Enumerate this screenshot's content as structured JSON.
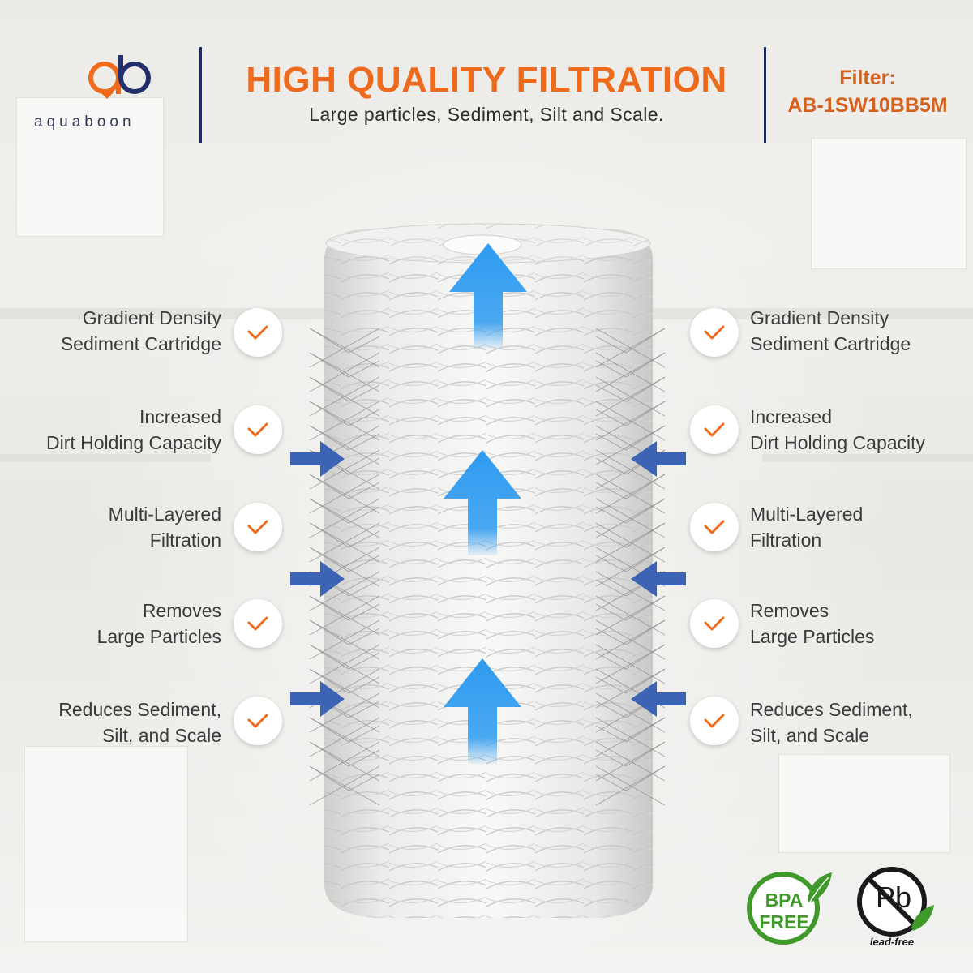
{
  "brand": {
    "name": "aquaboon",
    "mark": "ab"
  },
  "header": {
    "title": "HIGH QUALITY FILTRATION",
    "subtitle": "Large particles, Sediment, Silt and Scale.",
    "filter_label": "Filter:",
    "filter_model": "AB-1SW10BB5M"
  },
  "features_left": [
    {
      "line1": "Gradient Density",
      "line2": "Sediment Cartridge"
    },
    {
      "line1": "Increased",
      "line2": "Dirt Holding Capacity"
    },
    {
      "line1": "Multi-Layered",
      "line2": "Filtration"
    },
    {
      "line1": "Removes",
      "line2": "Large Particles"
    },
    {
      "line1": "Reduces Sediment,",
      "line2": "Silt, and Scale"
    }
  ],
  "features_right": [
    {
      "line1": "Gradient Density",
      "line2": "Sediment Cartridge"
    },
    {
      "line1": "Increased",
      "line2": "Dirt Holding Capacity"
    },
    {
      "line1": "Multi-Layered",
      "line2": "Filtration"
    },
    {
      "line1": "Removes",
      "line2": "Large Particles"
    },
    {
      "line1": "Reduces Sediment,",
      "line2": "Silt, and Scale"
    }
  ],
  "badges": {
    "bpa_line1": "BPA",
    "bpa_line2": "FREE",
    "lead_symbol": "Pb",
    "lead_caption": "lead-free"
  },
  "colors": {
    "accent_orange": "#ee6a1c",
    "navy": "#1f2f63",
    "flow_arrow_blue": "#3aa0f0",
    "inlet_arrow_blue": "#3d63b4",
    "badge_green": "#3f9a2b"
  },
  "icons": [
    "check-icon",
    "flow-up-arrow-icon",
    "inlet-arrow-icon",
    "leaf-icon"
  ]
}
